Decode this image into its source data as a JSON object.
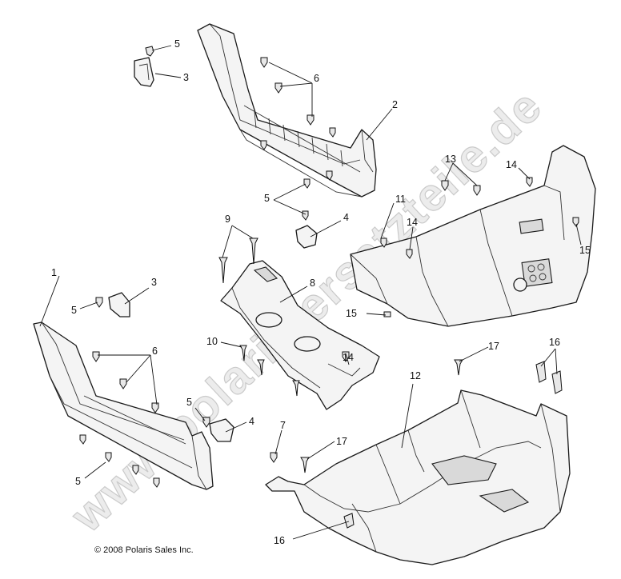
{
  "watermark": "www.polaris-ersatzteile.de",
  "copyright": "© 2008 Polaris Sales Inc.",
  "callouts": {
    "c1": "1",
    "c2": "2",
    "c3a": "3",
    "c3b": "3",
    "c4a": "4",
    "c4b": "4",
    "c5a": "5",
    "c5b": "5",
    "c5c": "5",
    "c5d": "5",
    "c5e": "5",
    "c6a": "6",
    "c6b": "6",
    "c7": "7",
    "c8": "8",
    "c9": "9",
    "c10": "10",
    "c11": "11",
    "c12": "12",
    "c13": "13",
    "c14a": "14",
    "c14b": "14",
    "c14c": "14",
    "c15a": "15",
    "c15b": "15",
    "c16a": "16",
    "c16b": "16",
    "c17a": "17",
    "c17b": "17"
  }
}
